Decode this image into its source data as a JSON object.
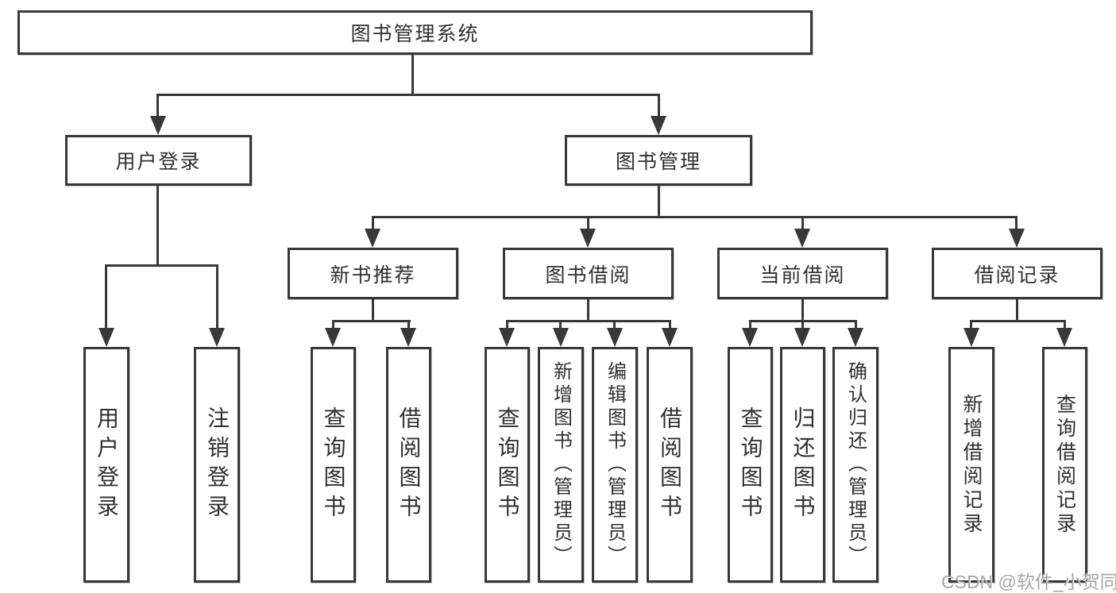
{
  "diagram": {
    "title": "图书管理系统",
    "nodes": {
      "root": "图书管理系统",
      "user_login": "用户登录",
      "book_mgmt": "图书管理",
      "new_book_rec": "新书推荐",
      "book_borrow": "图书借阅",
      "current_borrow": "当前借阅",
      "borrow_record": "借阅记录",
      "leaf_user_login": "用户登录",
      "leaf_logout": "注销登录",
      "leaf_query_book_a": "查询图书",
      "leaf_borrow_book_a": "借阅图书",
      "leaf_query_book_b": "查询图书",
      "leaf_add_book_admin": "新增图书（管理员）",
      "leaf_edit_book_admin": "编辑图书（管理员）",
      "leaf_borrow_book_b": "借阅图书",
      "leaf_query_book_c": "查询图书",
      "leaf_return_book": "归还图书",
      "leaf_confirm_return_admin": "确认归还（管理员）",
      "leaf_add_borrow_record": "新增借阅记录",
      "leaf_query_borrow_record": "查询借阅记录"
    },
    "hierarchy": {
      "图书管理系统": {
        "用户登录": [
          "用户登录",
          "注销登录"
        ],
        "图书管理": {
          "新书推荐": [
            "查询图书",
            "借阅图书"
          ],
          "图书借阅": [
            "查询图书",
            "新增图书（管理员）",
            "编辑图书（管理员）",
            "借阅图书"
          ],
          "当前借阅": [
            "查询图书",
            "归还图书",
            "确认归还（管理员）"
          ],
          "借阅记录": [
            "新增借阅记录",
            "查询借阅记录"
          ]
        }
      }
    }
  },
  "watermark": "CSDN @软件_小贺同学",
  "colors": {
    "line": "#383838",
    "text": "#303030",
    "watermark": "#a6a6a6",
    "background": "#ffffff"
  }
}
